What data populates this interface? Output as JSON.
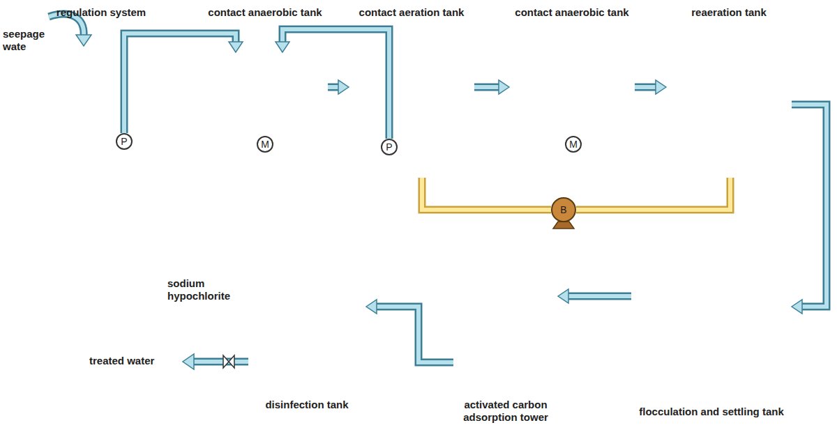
{
  "diagram": {
    "nodes": [
      {
        "text": [
          "regulation system"
        ]
      },
      {
        "text": [
          "P"
        ],
        "in": 0
      },
      {
        "text": [
          "contact anaerobic tank"
        ]
      },
      {
        "text": [
          "M"
        ],
        "in": 2
      },
      {
        "text": [
          "contact aeration tank"
        ]
      },
      {
        "text": [
          "P"
        ],
        "in": 4
      },
      {
        "text": [
          "contact anaerobic tank"
        ]
      },
      {
        "text": [
          "M"
        ],
        "in": 6
      },
      {
        "text": [
          "reaeration tank"
        ]
      },
      {
        "text": [
          "B"
        ]
      },
      {
        "text": [
          "flocculation and settling tank"
        ]
      },
      {
        "text": [
          "activated carbon adsorption tower"
        ]
      },
      {
        "text": [
          "disinfection tank"
        ]
      }
    ],
    "edges": [
      {
        "from": 1,
        "to": 2,
        "arrow": "to"
      },
      {
        "from": 2,
        "to": 4,
        "arrow": "to"
      },
      {
        "from": 5,
        "to": 2,
        "arrow": "to"
      },
      {
        "from": 4,
        "to": 6,
        "arrow": "to"
      },
      {
        "from": 6,
        "to": 8,
        "arrow": "to"
      },
      {
        "from": 8,
        "to": 10,
        "arrow": "to"
      },
      {
        "from": 10,
        "to": 11,
        "arrow": "to"
      },
      {
        "from": 11,
        "to": 12,
        "arrow": "to"
      },
      {
        "from": 9,
        "to": 4,
        "arrow": "none"
      },
      {
        "from": 9,
        "to": 8,
        "arrow": "none"
      }
    ],
    "labels": [
      "seepage wate",
      "sodium hypochlorite",
      "treated water"
    ]
  }
}
